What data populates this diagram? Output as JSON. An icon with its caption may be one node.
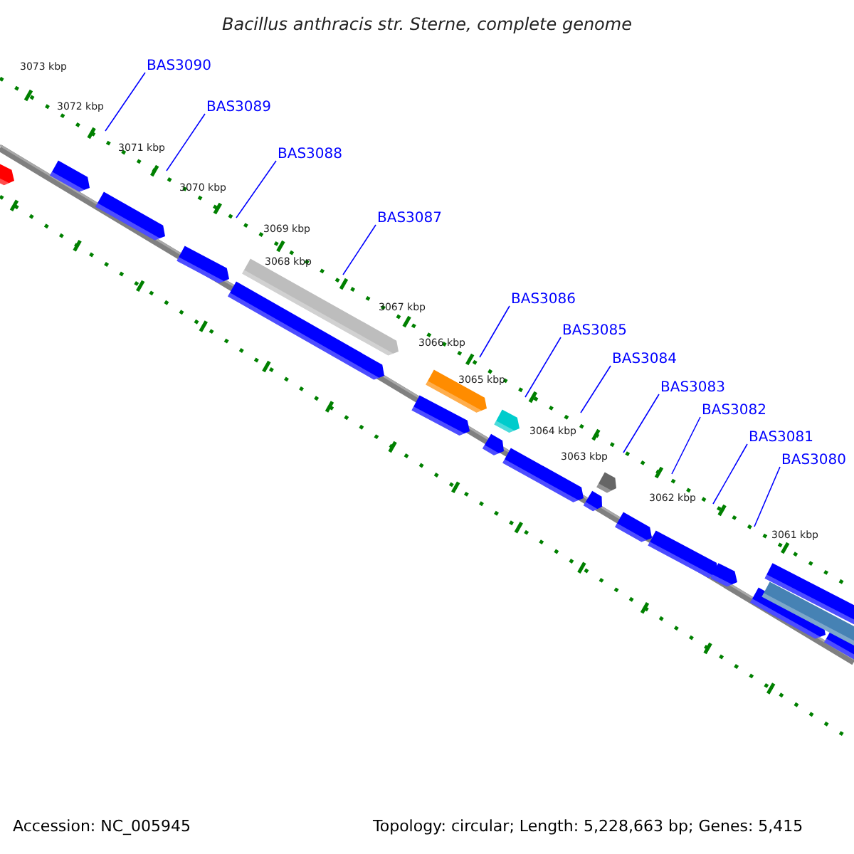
{
  "diagram": {
    "title": "Bacillus anthracis str. Sterne, complete genome",
    "nodes": [
      {
        "text": [
          "BAS3090"
        ]
      },
      {
        "text": [
          "BAS3089"
        ]
      },
      {
        "text": [
          "BAS3088"
        ]
      },
      {
        "text": [
          "BAS3087"
        ]
      },
      {
        "text": [
          "BAS3086"
        ]
      },
      {
        "text": [
          "BAS3085"
        ]
      },
      {
        "text": [
          "BAS3084"
        ]
      },
      {
        "text": [
          "BAS3083"
        ]
      },
      {
        "text": [
          "BAS3082"
        ]
      },
      {
        "text": [
          "BAS3081"
        ]
      },
      {
        "text": [
          "BAS3080"
        ]
      }
    ],
    "edges": [
      {
        "from": 0,
        "to": null,
        "arrow": "none"
      },
      {
        "from": 1,
        "to": null,
        "arrow": "none"
      },
      {
        "from": 2,
        "to": null,
        "arrow": "none"
      },
      {
        "from": 3,
        "to": null,
        "arrow": "none"
      },
      {
        "from": 4,
        "to": null,
        "arrow": "none"
      },
      {
        "from": 5,
        "to": null,
        "arrow": "none"
      },
      {
        "from": 6,
        "to": null,
        "arrow": "none"
      },
      {
        "from": 7,
        "to": null,
        "arrow": "none"
      },
      {
        "from": 8,
        "to": null,
        "arrow": "none"
      },
      {
        "from": 9,
        "to": null,
        "arrow": "none"
      },
      {
        "from": 10,
        "to": null,
        "arrow": "none"
      }
    ],
    "labels": [
      "3073 kbp",
      "3072 kbp",
      "3071 kbp",
      "3070 kbp",
      "3069 kbp",
      "3068 kbp",
      "3067 kbp",
      "3066 kbp",
      "3065 kbp",
      "3064 kbp",
      "3063 kbp",
      "3062 kbp",
      "3061 kbp",
      "Accession: NC_005945",
      "Topology: circular; Length: 5,228,663 bp; Genes: 5,415"
    ]
  }
}
